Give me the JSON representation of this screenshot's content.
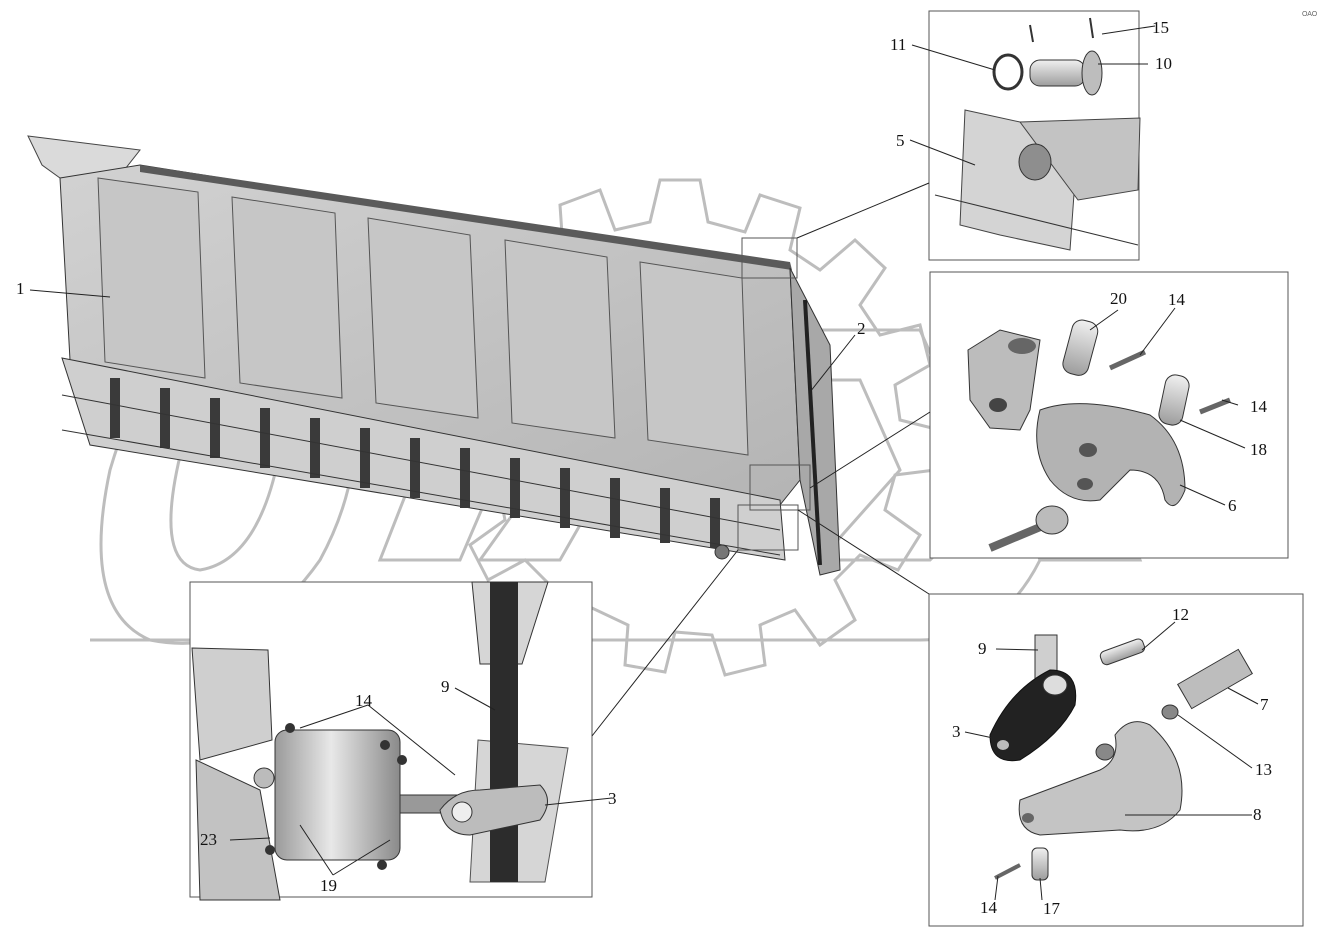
{
  "diagram": {
    "watermark_text": "ОАО",
    "labels": {
      "body": "1",
      "hinge_side": "2",
      "lever_lower": "3",
      "bracket_5": "5",
      "hook_6": "6",
      "rod_7": "7",
      "lever_8": "8",
      "rod_9": "9",
      "pin_10": "10",
      "washer_11": "11",
      "pin_12": "12",
      "nut_13": "13",
      "cotter_14": "14",
      "cotter_15": "15",
      "pin_17": "17",
      "pin_18": "18",
      "bolt_19": "19",
      "pin_20": "20",
      "chamber_23": "23"
    },
    "colors": {
      "part_fill": "#c9c9c9",
      "part_dark": "#8d8d8d",
      "part_light": "#e4e4e4",
      "rod": "#2c2c2c",
      "watermark": "#bdbdbd"
    }
  }
}
